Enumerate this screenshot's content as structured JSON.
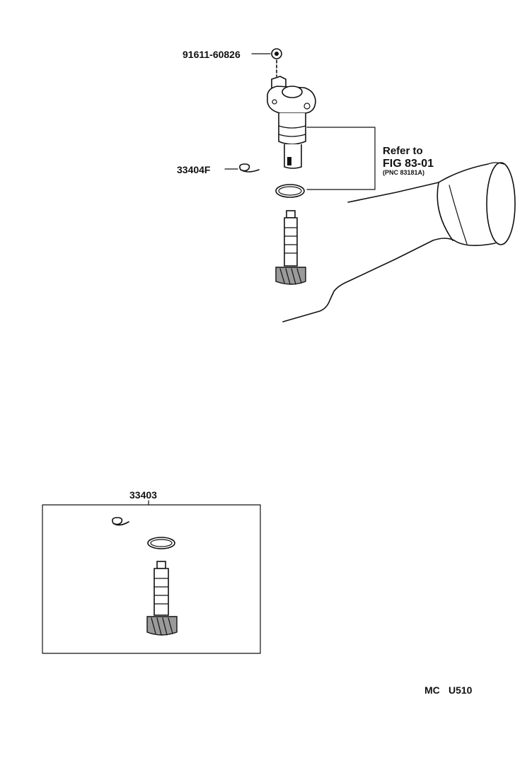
{
  "parts": {
    "bolt_part_no": "91611-60826",
    "clip_part_no": "33404F",
    "kit_part_no": "33403"
  },
  "reference": {
    "line1": "Refer to",
    "line2": "FIG 83-01",
    "line3": "(PNC 83181A)"
  },
  "footer": {
    "code_left": "MC",
    "code_right": "U510"
  }
}
